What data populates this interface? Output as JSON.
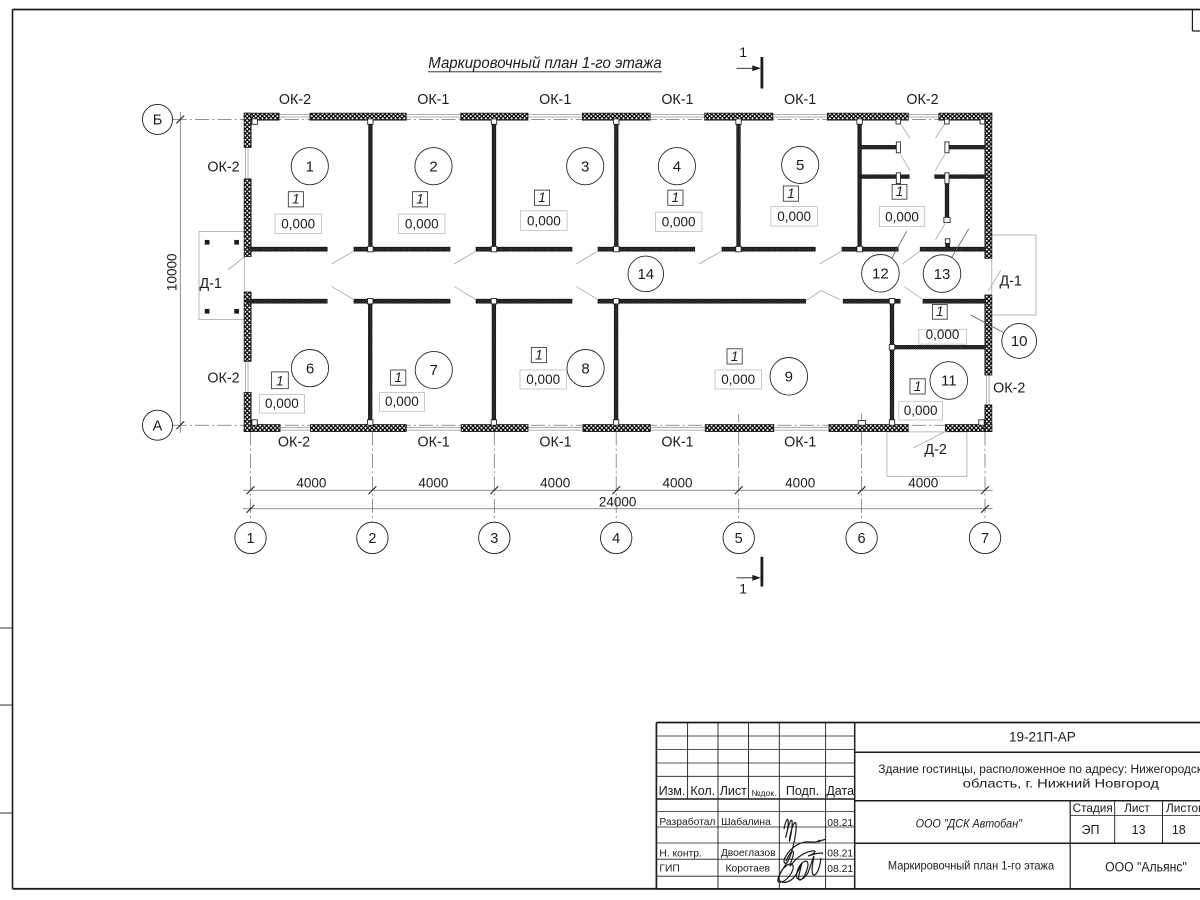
{
  "sheet": {
    "title": "Маркировочный план 1-го этажа"
  },
  "section_mark": {
    "label": "1"
  },
  "axes": {
    "row_top": "Б",
    "row_bottom": "А",
    "cols": [
      "1",
      "2",
      "3",
      "4",
      "5",
      "6",
      "7"
    ]
  },
  "dimensions": {
    "bays": [
      "4000",
      "4000",
      "4000",
      "4000",
      "4000",
      "4000"
    ],
    "total": "24000",
    "height": "10000"
  },
  "rooms": [
    {
      "number": "1",
      "marker": "1",
      "level": "0,000"
    },
    {
      "number": "2",
      "marker": "1",
      "level": "0,000"
    },
    {
      "number": "3",
      "marker": "1",
      "level": "0,000"
    },
    {
      "number": "4",
      "marker": "1",
      "level": "0,000"
    },
    {
      "number": "5",
      "marker": "1",
      "level": "0,000"
    },
    {
      "number": "6",
      "marker": "1",
      "level": "0,000"
    },
    {
      "number": "7",
      "marker": "1",
      "level": "0,000"
    },
    {
      "number": "8",
      "marker": "1",
      "level": "0,000"
    },
    {
      "number": "9",
      "marker": "1",
      "level": "0,000"
    },
    {
      "number": "10",
      "marker": "1",
      "level": "0,000"
    },
    {
      "number": "11",
      "marker": "1",
      "level": "0,000"
    },
    {
      "number": "12",
      "marker": "1",
      "level": "0,000"
    },
    {
      "number": "13"
    },
    {
      "number": "14"
    }
  ],
  "openings": {
    "top": [
      "ОК-2",
      "ОК-1",
      "ОК-1",
      "ОК-1",
      "ОК-1",
      "ОК-2"
    ],
    "bottom": [
      "ОК-2",
      "ОК-1",
      "ОК-1",
      "ОК-1",
      "ОК-1"
    ],
    "left": [
      "ОК-2",
      "ОК-2"
    ],
    "right_window": "ОК-2",
    "door_left": "Д-1",
    "door_right": "Д-1",
    "door_bottom": "Д-2"
  },
  "title_block": {
    "doc_code": "19-21П-АР",
    "project_line1": "Здание гостинцы, расположенное по адресу: Нижегородская",
    "project_line2": "область, г. Нижний Новгород",
    "contractor": "ООО \"ДСК Автобан\"",
    "sheet_title": "Маркировочный план 1-го этажа",
    "company": "ООО \"Альянс\"",
    "stage_label": "Стадия",
    "sheet_label": "Лист",
    "sheets_label": "Листов",
    "stage": "ЭП",
    "sheet_no": "13",
    "sheets_total": "18",
    "cols": {
      "izm": "Изм.",
      "kol": "Кол.",
      "list": "Лист",
      "ndok": "№док.",
      "podp": "Подп.",
      "data": "Дата"
    },
    "rows": [
      {
        "role": "Разработал",
        "name": "Шабалина",
        "date": "08.21"
      },
      {
        "role": "Н. контр.",
        "name": "Двоеглазов",
        "date": "08.21"
      },
      {
        "role": "ГИП",
        "name": "Коротаев",
        "date": "08.21"
      }
    ]
  }
}
